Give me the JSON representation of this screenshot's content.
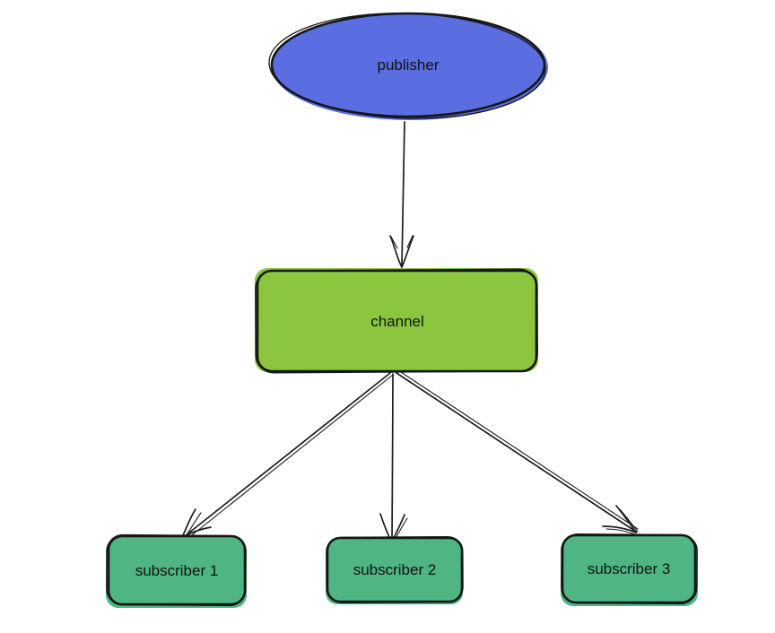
{
  "diagram": {
    "background_color": "#ffffff",
    "stroke_color": "#161616",
    "edge_color": "#1c1c1c",
    "text_color": "#111111",
    "style": "hand-drawn-sketch",
    "nodes": [
      {
        "id": "publisher",
        "label": "publisher",
        "shape": "ellipse",
        "fill": "#5a6ee1"
      },
      {
        "id": "channel",
        "label": "channel",
        "shape": "rounded-rectangle",
        "fill": "#8cc63f"
      },
      {
        "id": "subscriber-1",
        "label": "subscriber 1",
        "shape": "rounded-rectangle",
        "fill": "#4fb583"
      },
      {
        "id": "subscriber-2",
        "label": "subscriber 2",
        "shape": "rounded-rectangle",
        "fill": "#4fb583"
      },
      {
        "id": "subscriber-3",
        "label": "subscriber 3",
        "shape": "rounded-rectangle",
        "fill": "#4fb583"
      }
    ],
    "edges": [
      {
        "from": "publisher",
        "to": "channel",
        "style": "straight-arrow"
      },
      {
        "from": "channel",
        "to": "subscriber-1",
        "style": "straight-arrow"
      },
      {
        "from": "channel",
        "to": "subscriber-2",
        "style": "straight-arrow"
      },
      {
        "from": "channel",
        "to": "subscriber-3",
        "style": "straight-arrow"
      }
    ]
  }
}
